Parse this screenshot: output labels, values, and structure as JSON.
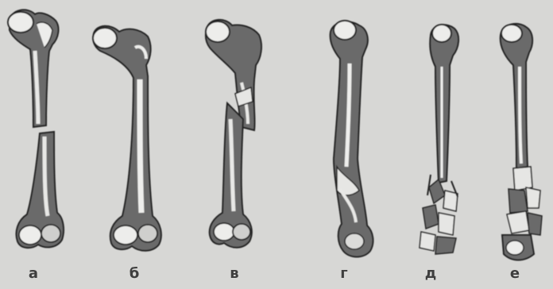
{
  "figure": {
    "labels": [
      "а",
      "б",
      "в",
      "г",
      "д",
      "е"
    ]
  }
}
